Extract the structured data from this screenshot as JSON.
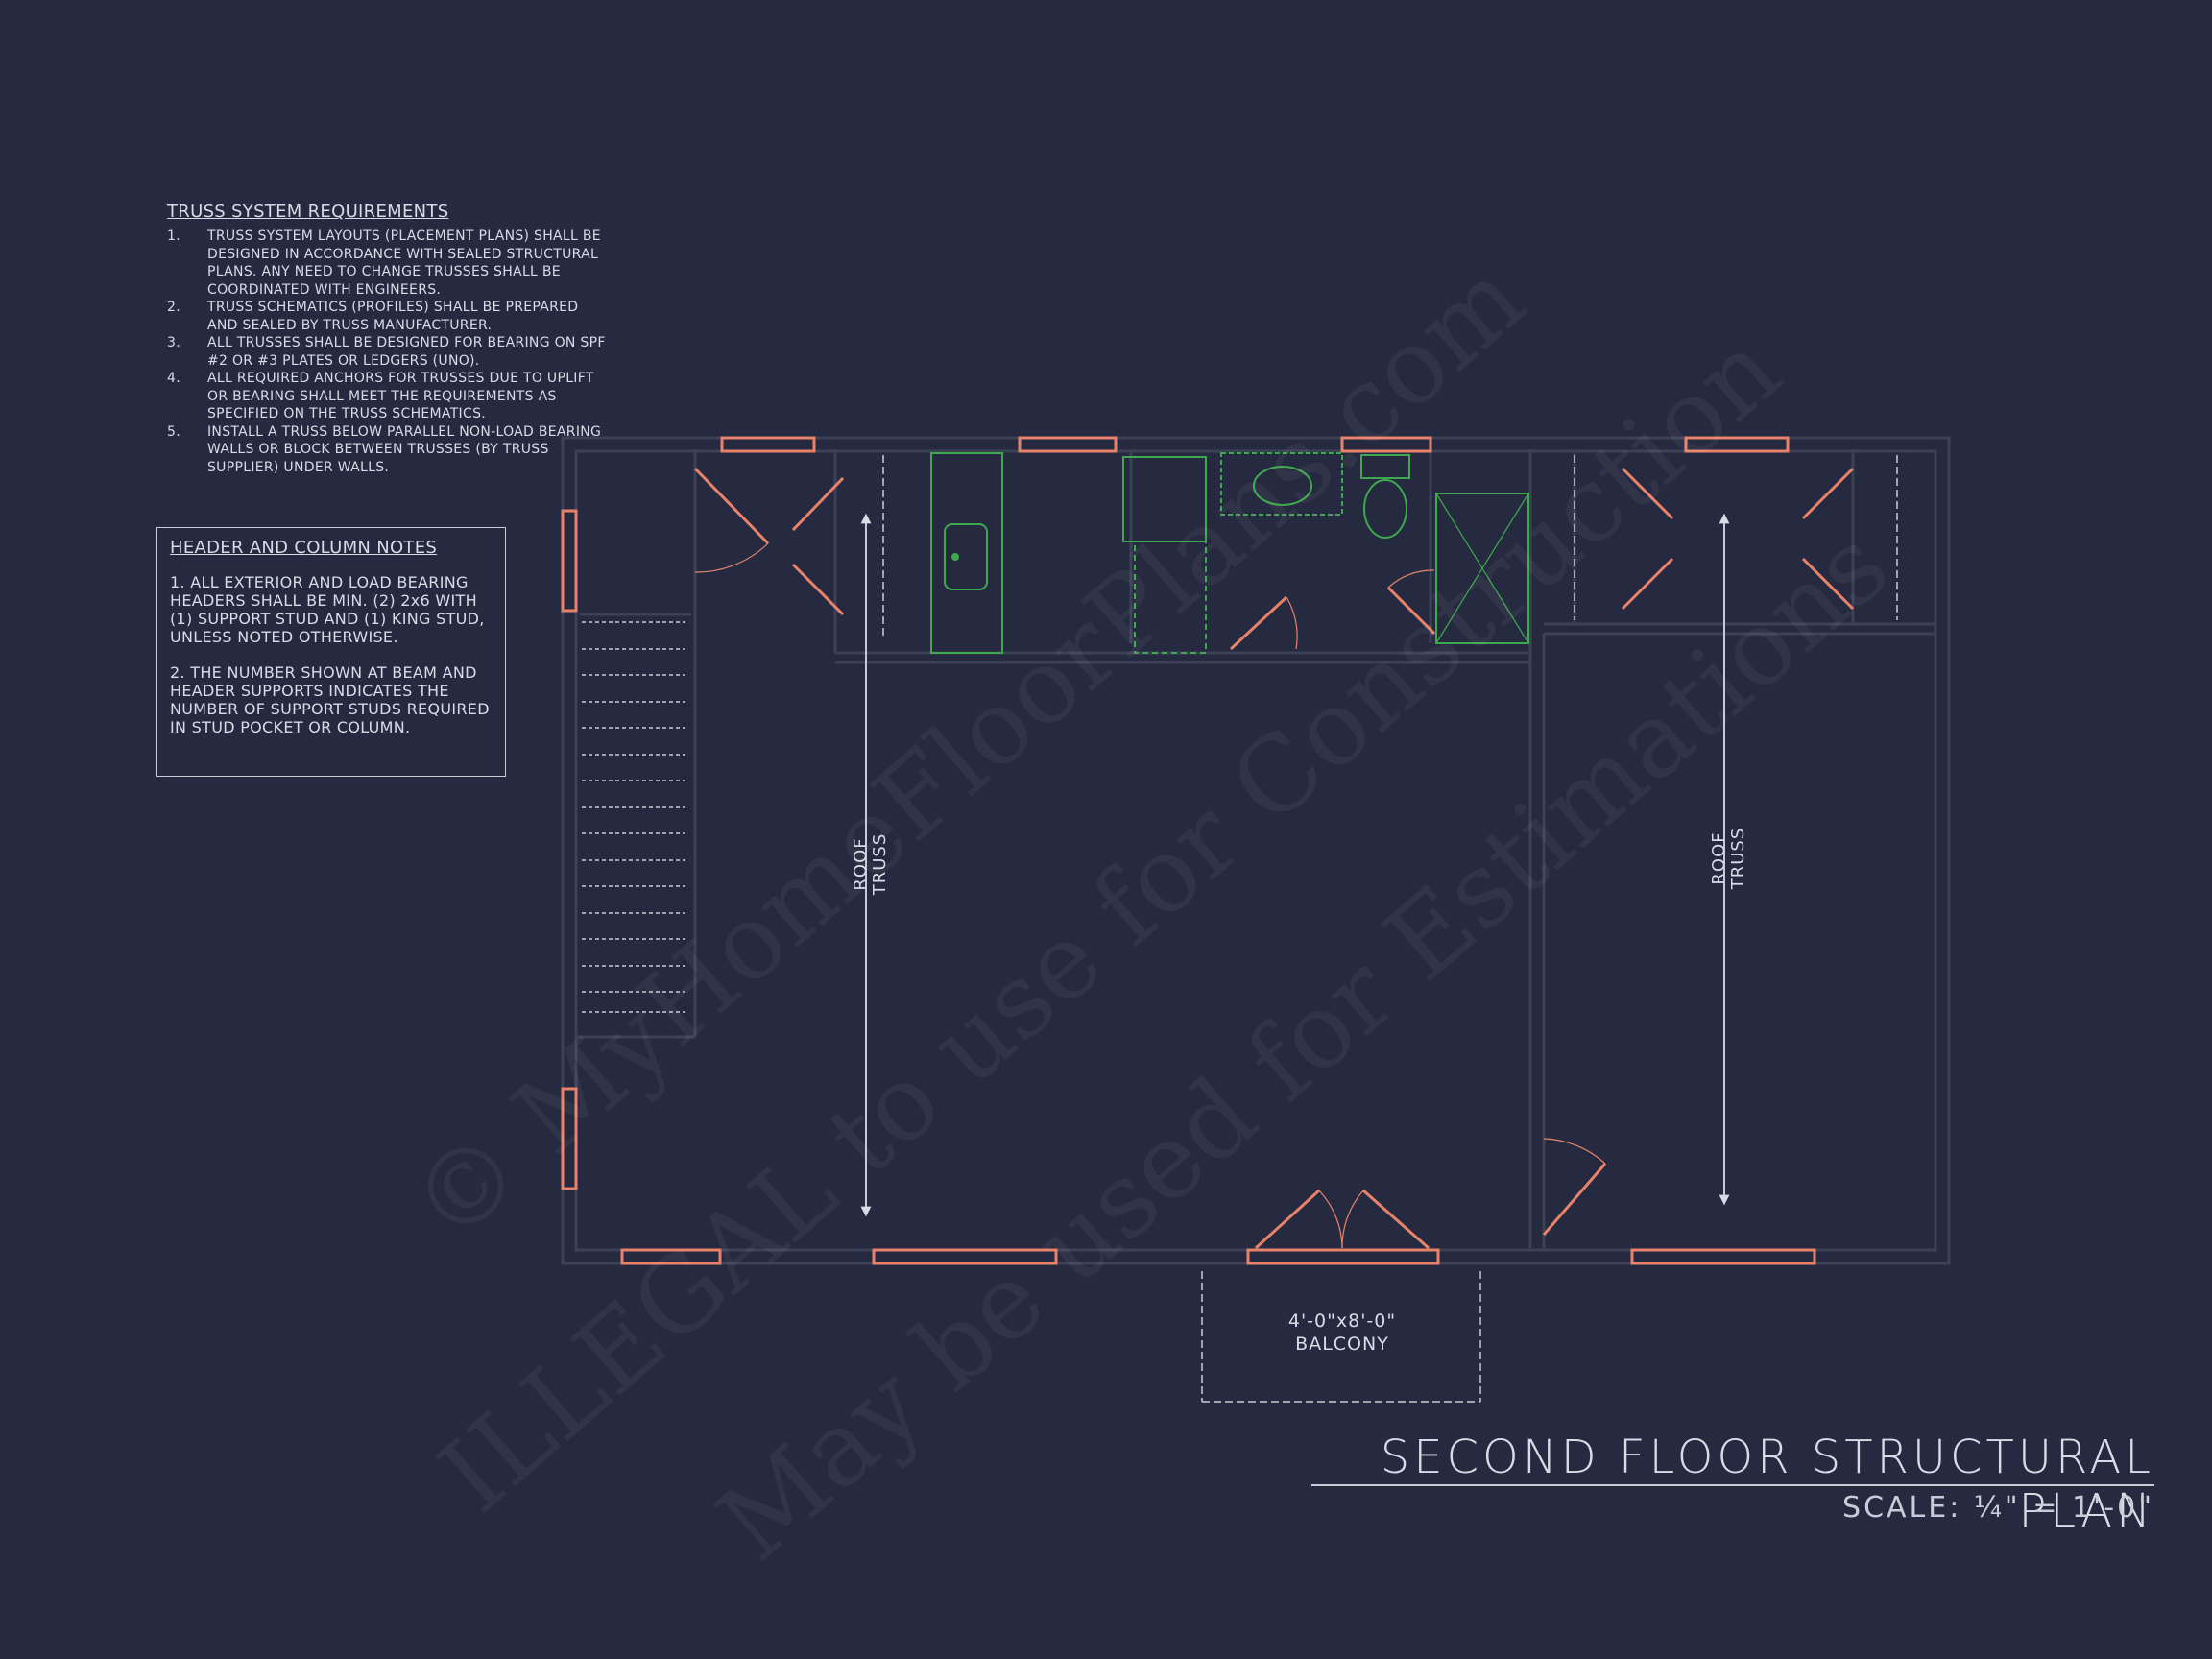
{
  "truss_notes": {
    "title": "TRUSS SYSTEM REQUIREMENTS",
    "items": [
      {
        "num": "1.",
        "text": "TRUSS SYSTEM LAYOUTS (PLACEMENT PLANS) SHALL BE DESIGNED IN ACCORDANCE WITH SEALED STRUCTURAL PLANS. ANY NEED TO CHANGE TRUSSES SHALL BE COORDINATED WITH  ENGINEERS."
      },
      {
        "num": "2.",
        "text": "TRUSS SCHEMATICS (PROFILES) SHALL BE PREPARED AND SEALED BY TRUSS MANUFACTURER."
      },
      {
        "num": "3.",
        "text": "ALL TRUSSES SHALL BE DESIGNED FOR BEARING ON SPF #2 OR #3 PLATES OR LEDGERS (UNO)."
      },
      {
        "num": "4.",
        "text": "ALL REQUIRED ANCHORS FOR TRUSSES DUE TO UPLIFT OR BEARING SHALL MEET THE REQUIREMENTS AS SPECIFIED ON THE TRUSS SCHEMATICS."
      },
      {
        "num": "5.",
        "text": "INSTALL A TRUSS BELOW PARALLEL NON-LOAD BEARING WALLS OR BLOCK BETWEEN TRUSSES (BY TRUSS SUPPLIER) UNDER WALLS."
      }
    ]
  },
  "header_notes": {
    "title": "HEADER AND COLUMN NOTES",
    "note1": "1. ALL EXTERIOR AND LOAD BEARING HEADERS SHALL BE MIN. (2) 2x6 WITH (1) SUPPORT STUD AND (1) KING STUD, UNLESS NOTED OTHERWISE.",
    "note2": "2. THE NUMBER SHOWN AT BEAM AND HEADER SUPPORTS INDICATES THE NUMBER OF SUPPORT STUDS REQUIRED IN STUD POCKET OR COLUMN."
  },
  "truss_labels": {
    "left": {
      "line1": "ROOF",
      "line2": "TRUSS"
    },
    "right": {
      "line1": "ROOF",
      "line2": "TRUSS"
    }
  },
  "balcony": {
    "size": "4'-0\"x8'-0\"",
    "name": "BALCONY"
  },
  "title_block": {
    "title": "SECOND FLOOR STRUCTURAL PLAN",
    "scale": "SCALE: ¼\" = 1'-0\""
  },
  "watermark": {
    "line1": "© MyHomeFloorPlans.com",
    "line2": "ILLEGAL to use for Construction",
    "line3": "May be used for Estimations"
  },
  "colors": {
    "background": "#262a40",
    "wall": "#3d4156",
    "header_beam": "#e8836a",
    "fixture": "#3fa84f",
    "text": "#d9dbe6"
  }
}
